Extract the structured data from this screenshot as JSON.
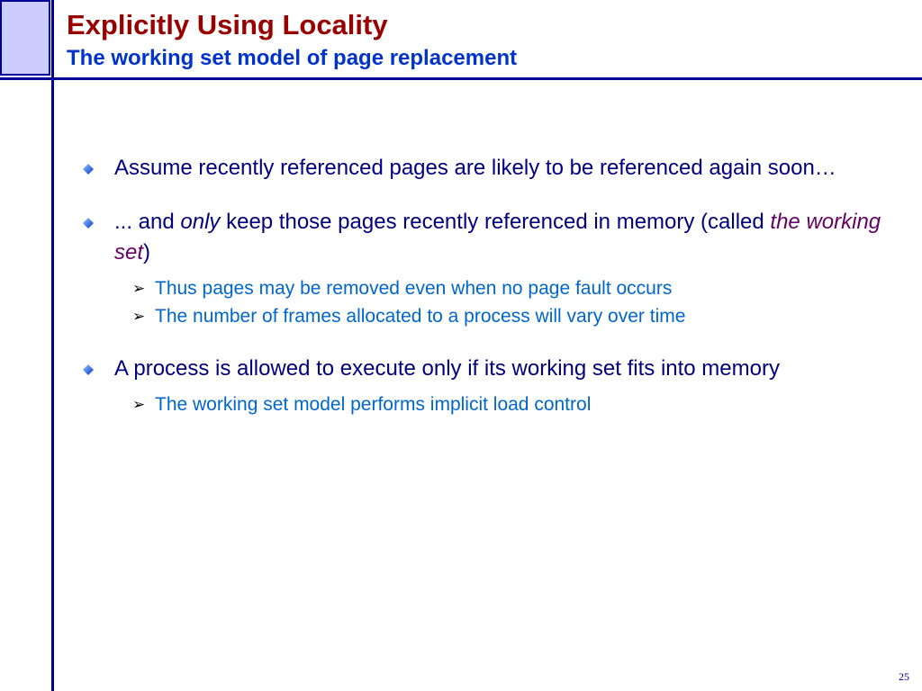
{
  "header": {
    "title": "Explicitly Using Locality",
    "subtitle": "The working set model of page replacement"
  },
  "bullets": [
    {
      "text": "Assume recently referenced pages are likely to be referenced again soon…"
    },
    {
      "pre": "... and ",
      "em1": "only",
      "mid": " keep those pages recently referenced in memory (called ",
      "em2": "the working set",
      "post": ")",
      "subitems": [
        "Thus pages may be removed even when no page fault occurs",
        "The number of frames allocated to a process will vary over time"
      ]
    },
    {
      "text": "A process is allowed to execute only if its working set fits into memory",
      "subitems": [
        "The working set model performs implicit load control"
      ]
    }
  ],
  "footer": {
    "page_number": "25"
  },
  "icons": {
    "bullet": "blue-diamond-bullet-icon",
    "sub_bullet": "arrowhead-bullet-icon"
  },
  "colors": {
    "title": "#990000",
    "subtitle": "#0033cc",
    "body": "#000080",
    "sub": "#0066cc",
    "accent": "#000099"
  }
}
